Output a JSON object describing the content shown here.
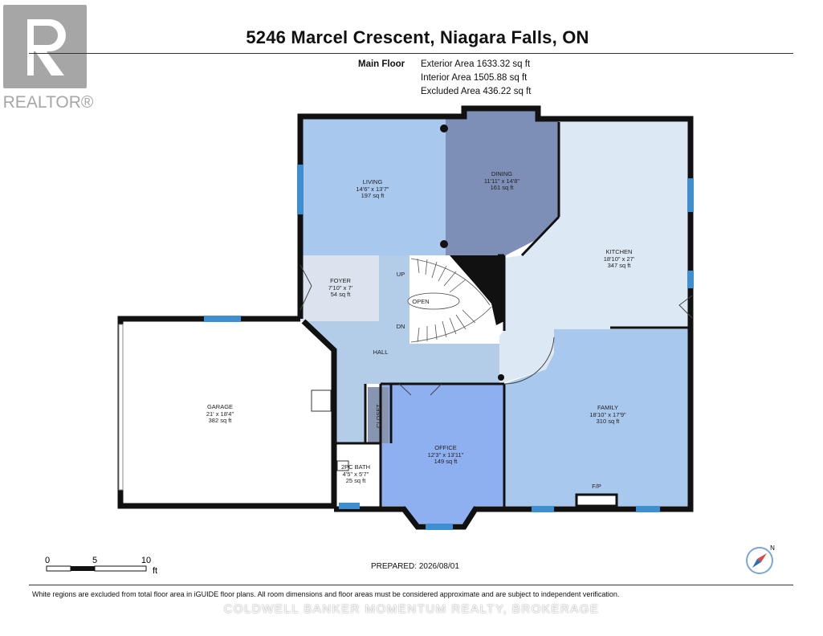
{
  "header": {
    "title": "5246 Marcel Crescent, Niagara Falls, ON"
  },
  "logo": {
    "name": "realtor-logo",
    "text": "REALTOR®",
    "color": "#a6a6a6"
  },
  "areas": {
    "floor_label": "Main Floor",
    "exterior": "Exterior Area 1633.32 sq ft",
    "interior": "Interior Area 1505.88 sq ft",
    "excluded": "Excluded Area 436.22 sq ft"
  },
  "rooms": {
    "living": {
      "name": "LIVING",
      "dims": "14'6\" x 13'7\"",
      "area": "197 sq ft",
      "color": "#a9c8ee"
    },
    "dining": {
      "name": "DINING",
      "dims": "11'11\" x 14'8\"",
      "area": "161 sq ft",
      "color": "#7d8fb6"
    },
    "kitchen": {
      "name": "KITCHEN",
      "dims": "18'10\" x 27'",
      "area": "347 sq ft",
      "color": "#dce8f4"
    },
    "foyer": {
      "name": "FOYER",
      "dims": "7'10\" x 7'",
      "area": "54 sq ft",
      "color": "#dbe4ee"
    },
    "hall": {
      "name": "HALL",
      "color": "#b3cce8"
    },
    "garage": {
      "name": "GARAGE",
      "dims": "21' x 18'4\"",
      "area": "382 sq ft",
      "color": "#ffffff"
    },
    "closet": {
      "name": "CLOSET",
      "color": "#8795b0"
    },
    "office": {
      "name": "OFFICE",
      "dims": "12'3\" x 13'11\"",
      "area": "149 sq ft",
      "color": "#8fb0f0"
    },
    "bath": {
      "name": "2PC BATH",
      "dims": "4'5\" x 5'7\"",
      "area": "25 sq ft",
      "color": "#ffffff"
    },
    "family": {
      "name": "FAMILY",
      "dims": "18'10\" x 17'9\"",
      "area": "310 sq ft",
      "color": "#a9c8ee"
    }
  },
  "labels": {
    "stairs_up": "UP",
    "stairs_down": "DN",
    "stairs_open": "OPEN",
    "fireplace": "F/P"
  },
  "scale": {
    "ticks": [
      "0",
      "5",
      "10"
    ],
    "unit": "ft"
  },
  "footer": {
    "prepared": "PREPARED: 2026/08/01",
    "disclaimer": "White regions are excluded from total floor area in iGUIDE floor plans. All room dimensions and floor areas must be considered approximate and are subject to independent verification.",
    "watermark": "COLDWELL BANKER MOMENTUM REALTY, BROKERAGE"
  },
  "compass": {
    "label": "N",
    "icon": "compass-icon"
  },
  "colors": {
    "wall": "#111111",
    "window": "#3f8fd0"
  }
}
